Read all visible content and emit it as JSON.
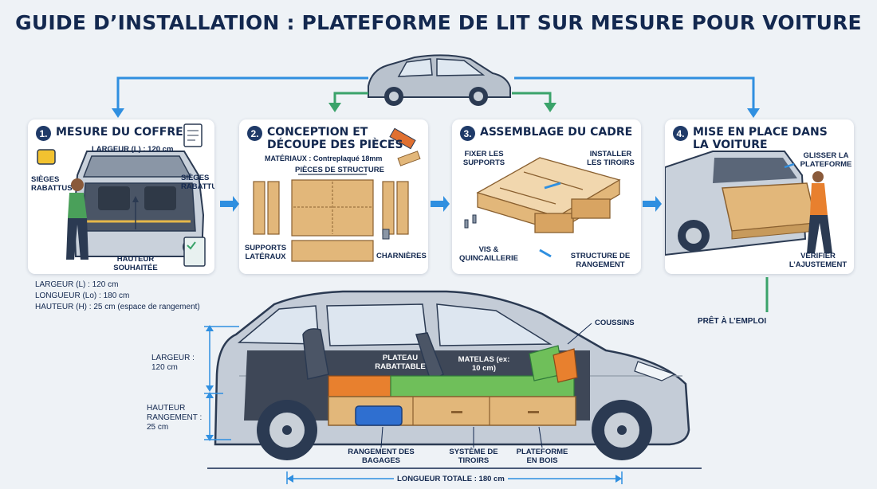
{
  "title": "GUIDE D’INSTALLATION : PLATEFORME DE LIT SUR MESURE POUR VOITURE",
  "steps": [
    {
      "num": "1.",
      "title": "MESURE DU COFFRE",
      "labels": {
        "width": "LARGEUR (L) : 120 cm",
        "seats_left": "SIÈGES RABATTUS",
        "seats_right": "SIÈGES RABATTUS",
        "height": "HAUTEUR SOUHAITÉE"
      }
    },
    {
      "num": "2.",
      "title": "CONCEPTION ET DÉCOUPE DES PIÈCES",
      "labels": {
        "material": "MATÉRIAUX : Contreplaqué 18mm",
        "structure": "PIÈCES DE STRUCTURE",
        "side_supports": "SUPPORTS LATÉRAUX",
        "hinges": "CHARNIÈRES"
      }
    },
    {
      "num": "3.",
      "title": "ASSEMBLAGE DU CADRE",
      "labels": {
        "fix_supports": "FIXER LES SUPPORTS",
        "install_drawers": "INSTALLER LES TIROIRS",
        "screws": "VIS & QUINCAILLERIE",
        "storage_structure": "STRUCTURE DE RANGEMENT"
      }
    },
    {
      "num": "4.",
      "title": "MISE EN PLACE DANS LA VOITURE",
      "labels": {
        "slide": "GLISSER LA PLATEFORME",
        "check": "VÉRIFIER L’AJUSTEMENT"
      }
    }
  ],
  "dimensions": {
    "width": "LARGEUR (L) : 120 cm",
    "length": "LONGUEUR (Lo) : 180 cm",
    "height": "HAUTEUR (H) : 25 cm (espace de rangement)"
  },
  "ready": "PRÊT À L’EMPLOI",
  "car_labels": {
    "cushions": "COUSSINS",
    "folding_tray": "PLATEAU RABATTABLE",
    "mattress": "MATELAS (ex: 10 cm)",
    "width": "LARGEUR : 120 cm",
    "storage_height": "HAUTEUR RANGEMENT : 25 cm",
    "luggage": "RANGEMENT DES BAGAGES",
    "drawers": "SYSTÈME DE TIROIRS",
    "platform": "PLATEFORME EN BOIS",
    "total_length": "LONGUEUR TOTALE : 180 cm"
  },
  "colors": {
    "accent": "#2f8fe0",
    "green": "#3aa36a",
    "wood": "#e2b77a",
    "dark": "#13284f"
  }
}
